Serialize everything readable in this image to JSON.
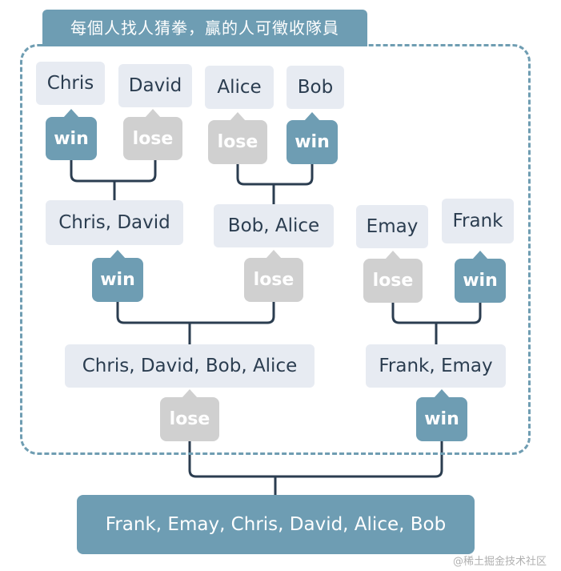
{
  "title": "每個人找人猜拳，贏的人可徵收隊員",
  "colors": {
    "win": "#6e9db3",
    "lose": "#d0d0d0",
    "box": "#e7ebf2",
    "line": "#2b3d50",
    "frame": "#6f9db2"
  },
  "round1": {
    "chris": "Chris",
    "chris_result": "win",
    "david": "David",
    "david_result": "lose",
    "alice": "Alice",
    "alice_result": "lose",
    "bob": "Bob",
    "bob_result": "win"
  },
  "round2": {
    "chris_david": "Chris, David",
    "chris_david_result": "win",
    "bob_alice": "Bob, Alice",
    "bob_alice_result": "lose",
    "emay": "Emay",
    "emay_result": "lose",
    "frank": "Frank",
    "frank_result": "win"
  },
  "round3": {
    "chris_david_bob_alice": "Chris, David, Bob, Alice",
    "left_result": "lose",
    "frank_emay": "Frank, Emay",
    "right_result": "win"
  },
  "final": "Frank, Emay, Chris, David, Alice, Bob",
  "watermark": "@稀土掘金技术社区"
}
